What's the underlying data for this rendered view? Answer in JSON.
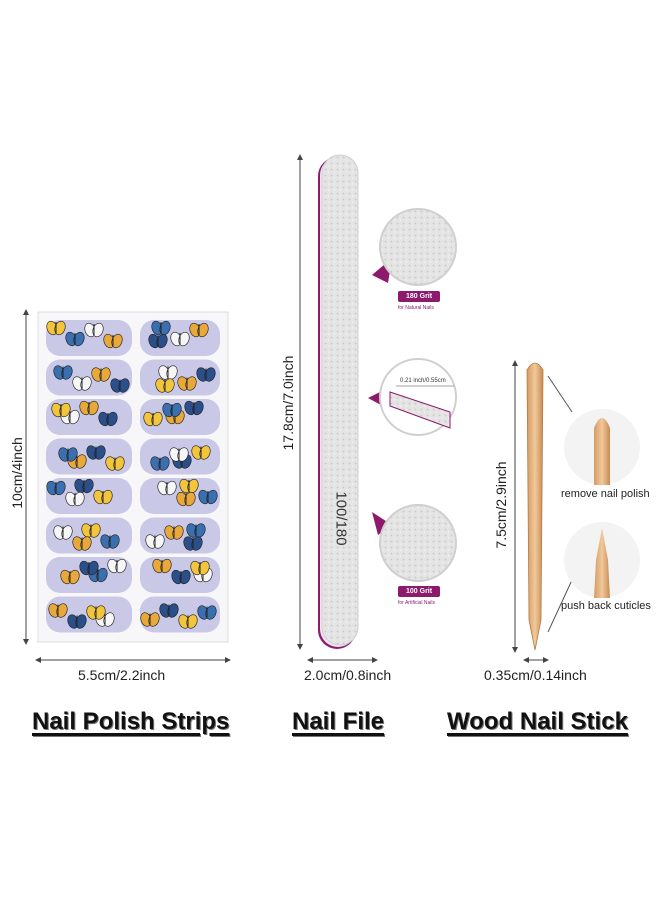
{
  "strips": {
    "title": "Nail Polish Strips",
    "width_label": "5.5cm/2.2inch",
    "height_label": "10cm/4inch"
  },
  "file": {
    "title": "Nail File",
    "width_label": "2.0cm/0.8inch",
    "length_label": "17.8cm/7.0inch",
    "imprint": "100/180",
    "grit_top": "180 Grit",
    "grit_top_sub": "for Natural Nails",
    "thickness_label": "0.21 inch/0.55cm",
    "grit_bottom": "100 Grit",
    "grit_bottom_sub": "for Artificial Nails"
  },
  "stick": {
    "title": "Wood Nail Stick",
    "width_label": "0.35cm/0.14inch",
    "length_label": "7.5cm/2.9inch",
    "caption_top": "remove nail polish",
    "caption_bottom": "push back cuticles"
  },
  "colors": {
    "accent": "#8e1a6e",
    "strip_base": "#c9c8e6",
    "wood": "#e6b98a"
  }
}
